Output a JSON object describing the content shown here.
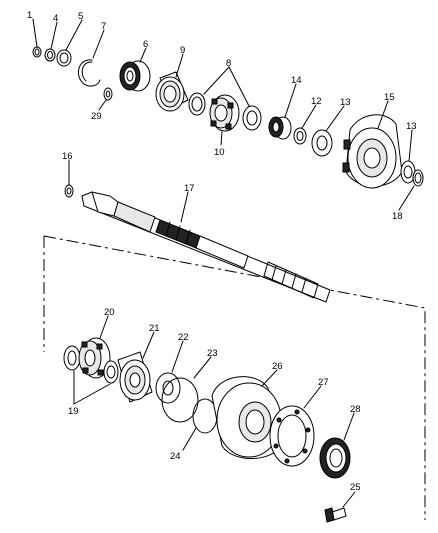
{
  "diagram": {
    "callouts": [
      {
        "id": "c1",
        "text": "1"
      },
      {
        "id": "c4",
        "text": "4"
      },
      {
        "id": "c5",
        "text": "5"
      },
      {
        "id": "c7",
        "text": "7"
      },
      {
        "id": "c6",
        "text": "6"
      },
      {
        "id": "c9",
        "text": "9"
      },
      {
        "id": "c8",
        "text": "8"
      },
      {
        "id": "c29",
        "text": "29"
      },
      {
        "id": "c10",
        "text": "10"
      },
      {
        "id": "c14",
        "text": "14"
      },
      {
        "id": "c12",
        "text": "12"
      },
      {
        "id": "c13a",
        "text": "13"
      },
      {
        "id": "c15",
        "text": "15"
      },
      {
        "id": "c13b",
        "text": "13"
      },
      {
        "id": "c18",
        "text": "18"
      },
      {
        "id": "c16",
        "text": "16"
      },
      {
        "id": "c17",
        "text": "17"
      },
      {
        "id": "c20",
        "text": "20"
      },
      {
        "id": "c21",
        "text": "21"
      },
      {
        "id": "c22",
        "text": "22"
      },
      {
        "id": "c23",
        "text": "23"
      },
      {
        "id": "c19",
        "text": "19"
      },
      {
        "id": "c26",
        "text": "26"
      },
      {
        "id": "c27",
        "text": "27"
      },
      {
        "id": "c24",
        "text": "24"
      },
      {
        "id": "c28",
        "text": "28"
      },
      {
        "id": "c25",
        "text": "25"
      }
    ]
  }
}
